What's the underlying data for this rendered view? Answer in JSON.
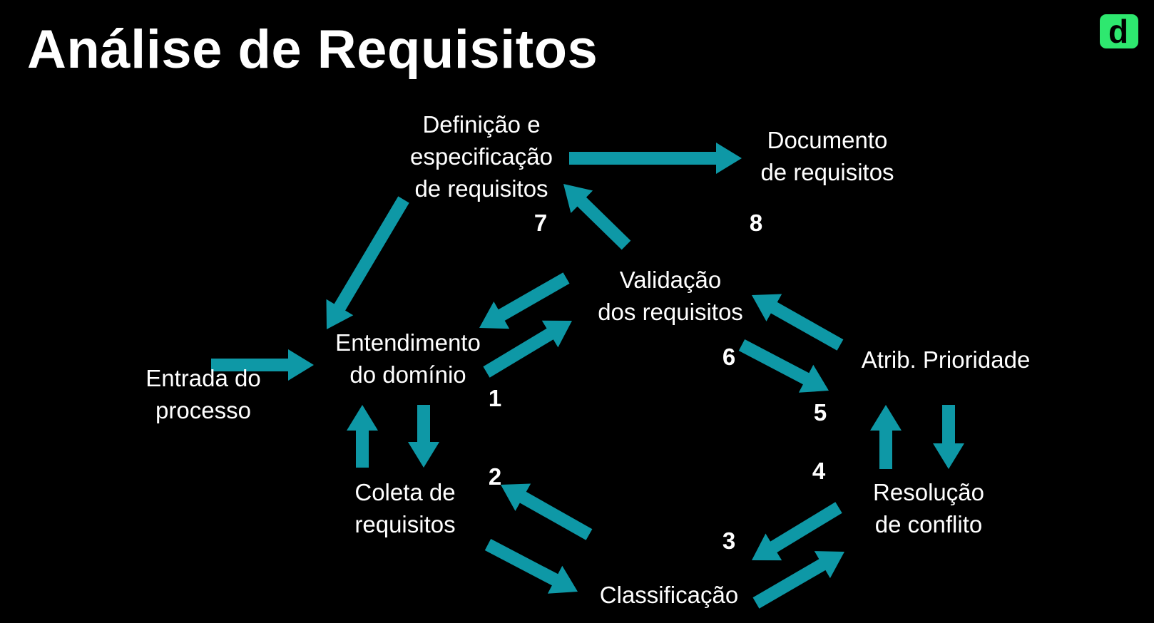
{
  "title": "Análise de Requisitos",
  "logo": {
    "letter": "d",
    "color": "#2ee86f"
  },
  "colors": {
    "arrow": "#0e98a6",
    "text": "#ffffff",
    "background": "#000000"
  },
  "nodes": {
    "definicao": {
      "line1": "Definição e",
      "line2": "especificação",
      "line3": "de requisitos"
    },
    "documento": {
      "line1": "Documento",
      "line2": "de requisitos"
    },
    "validacao": {
      "line1": "Validação",
      "line2": "dos requisitos"
    },
    "entendimento": {
      "line1": "Entendimento",
      "line2": "do domínio"
    },
    "entrada": {
      "line1": "Entrada do",
      "line2": "processo"
    },
    "atrib": {
      "line1": "Atrib. Prioridade"
    },
    "coleta": {
      "line1": "Coleta de",
      "line2": "requisitos"
    },
    "resolucao": {
      "line1": "Resolução",
      "line2": "de conflito"
    },
    "classificacao": {
      "line1": "Classificação"
    }
  },
  "step_numbers": [
    "1",
    "2",
    "3",
    "4",
    "5",
    "6",
    "7",
    "8"
  ]
}
